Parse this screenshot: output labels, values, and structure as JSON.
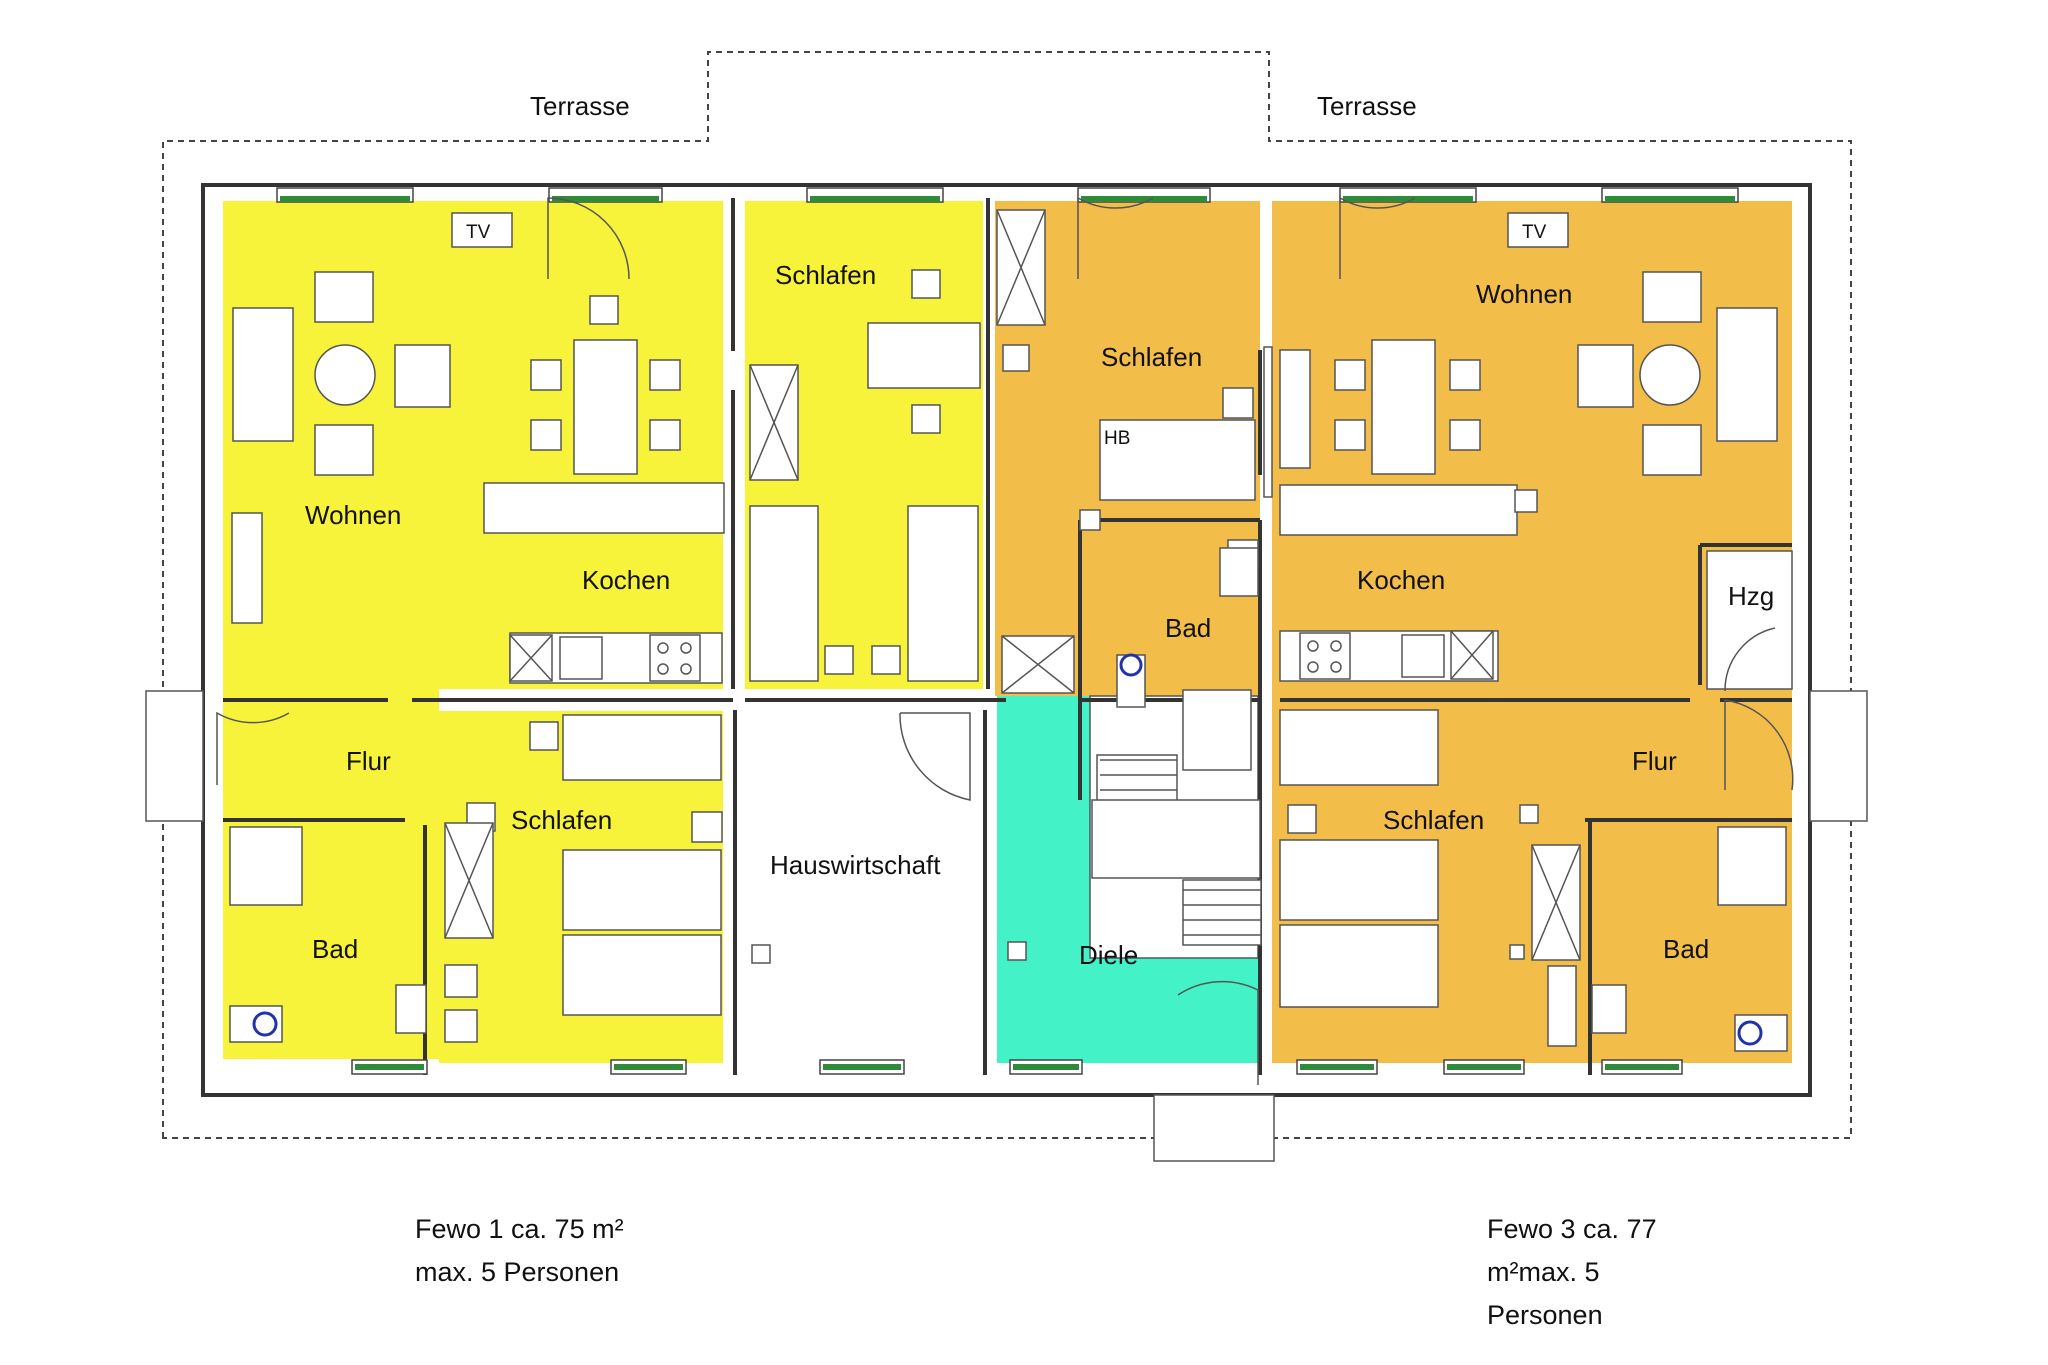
{
  "colors": {
    "fewo1": "#f7f23a",
    "fewo3": "#f3bd4a",
    "diele": "#43f2c6",
    "neutral": "#ffffff",
    "window_green": "#2f8a3a",
    "wall": "#333333"
  },
  "terrace": {
    "left": "Terrasse",
    "right": "Terrasse"
  },
  "fewo1": {
    "wohnen": "Wohnen",
    "kochen": "Kochen",
    "schlafen_top": "Schlafen",
    "flur": "Flur",
    "schlafen_bottom": "Schlafen",
    "bad": "Bad",
    "tv": "TV"
  },
  "center": {
    "hauswirtschaft": "Hauswirtschaft",
    "diele": "Diele"
  },
  "fewo3": {
    "schlafen_top": "Schlafen",
    "hb": "HB",
    "bad_top": "Bad",
    "wohnen": "Wohnen",
    "kochen": "Kochen",
    "hzg": "Hzg",
    "flur": "Flur",
    "schlafen_bottom": "Schlafen",
    "bad": "Bad",
    "tv": "TV"
  },
  "notes": {
    "fewo1_line1": "Fewo 1 ca. 75 m²",
    "fewo1_line2": "max. 5 Personen",
    "fewo3_line1": "Fewo 3 ca. 77",
    "fewo3_line2": "m²max. 5",
    "fewo3_line3": "Personen"
  }
}
